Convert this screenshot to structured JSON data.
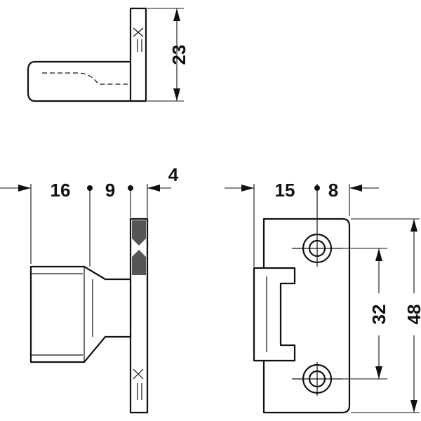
{
  "dimensions": {
    "top_view_height": "23",
    "side_length": "16",
    "side_mid": "9",
    "side_plate": "4",
    "front_offset": "15",
    "front_edge": "8",
    "hole_spacing": "32",
    "total_height": "48"
  }
}
